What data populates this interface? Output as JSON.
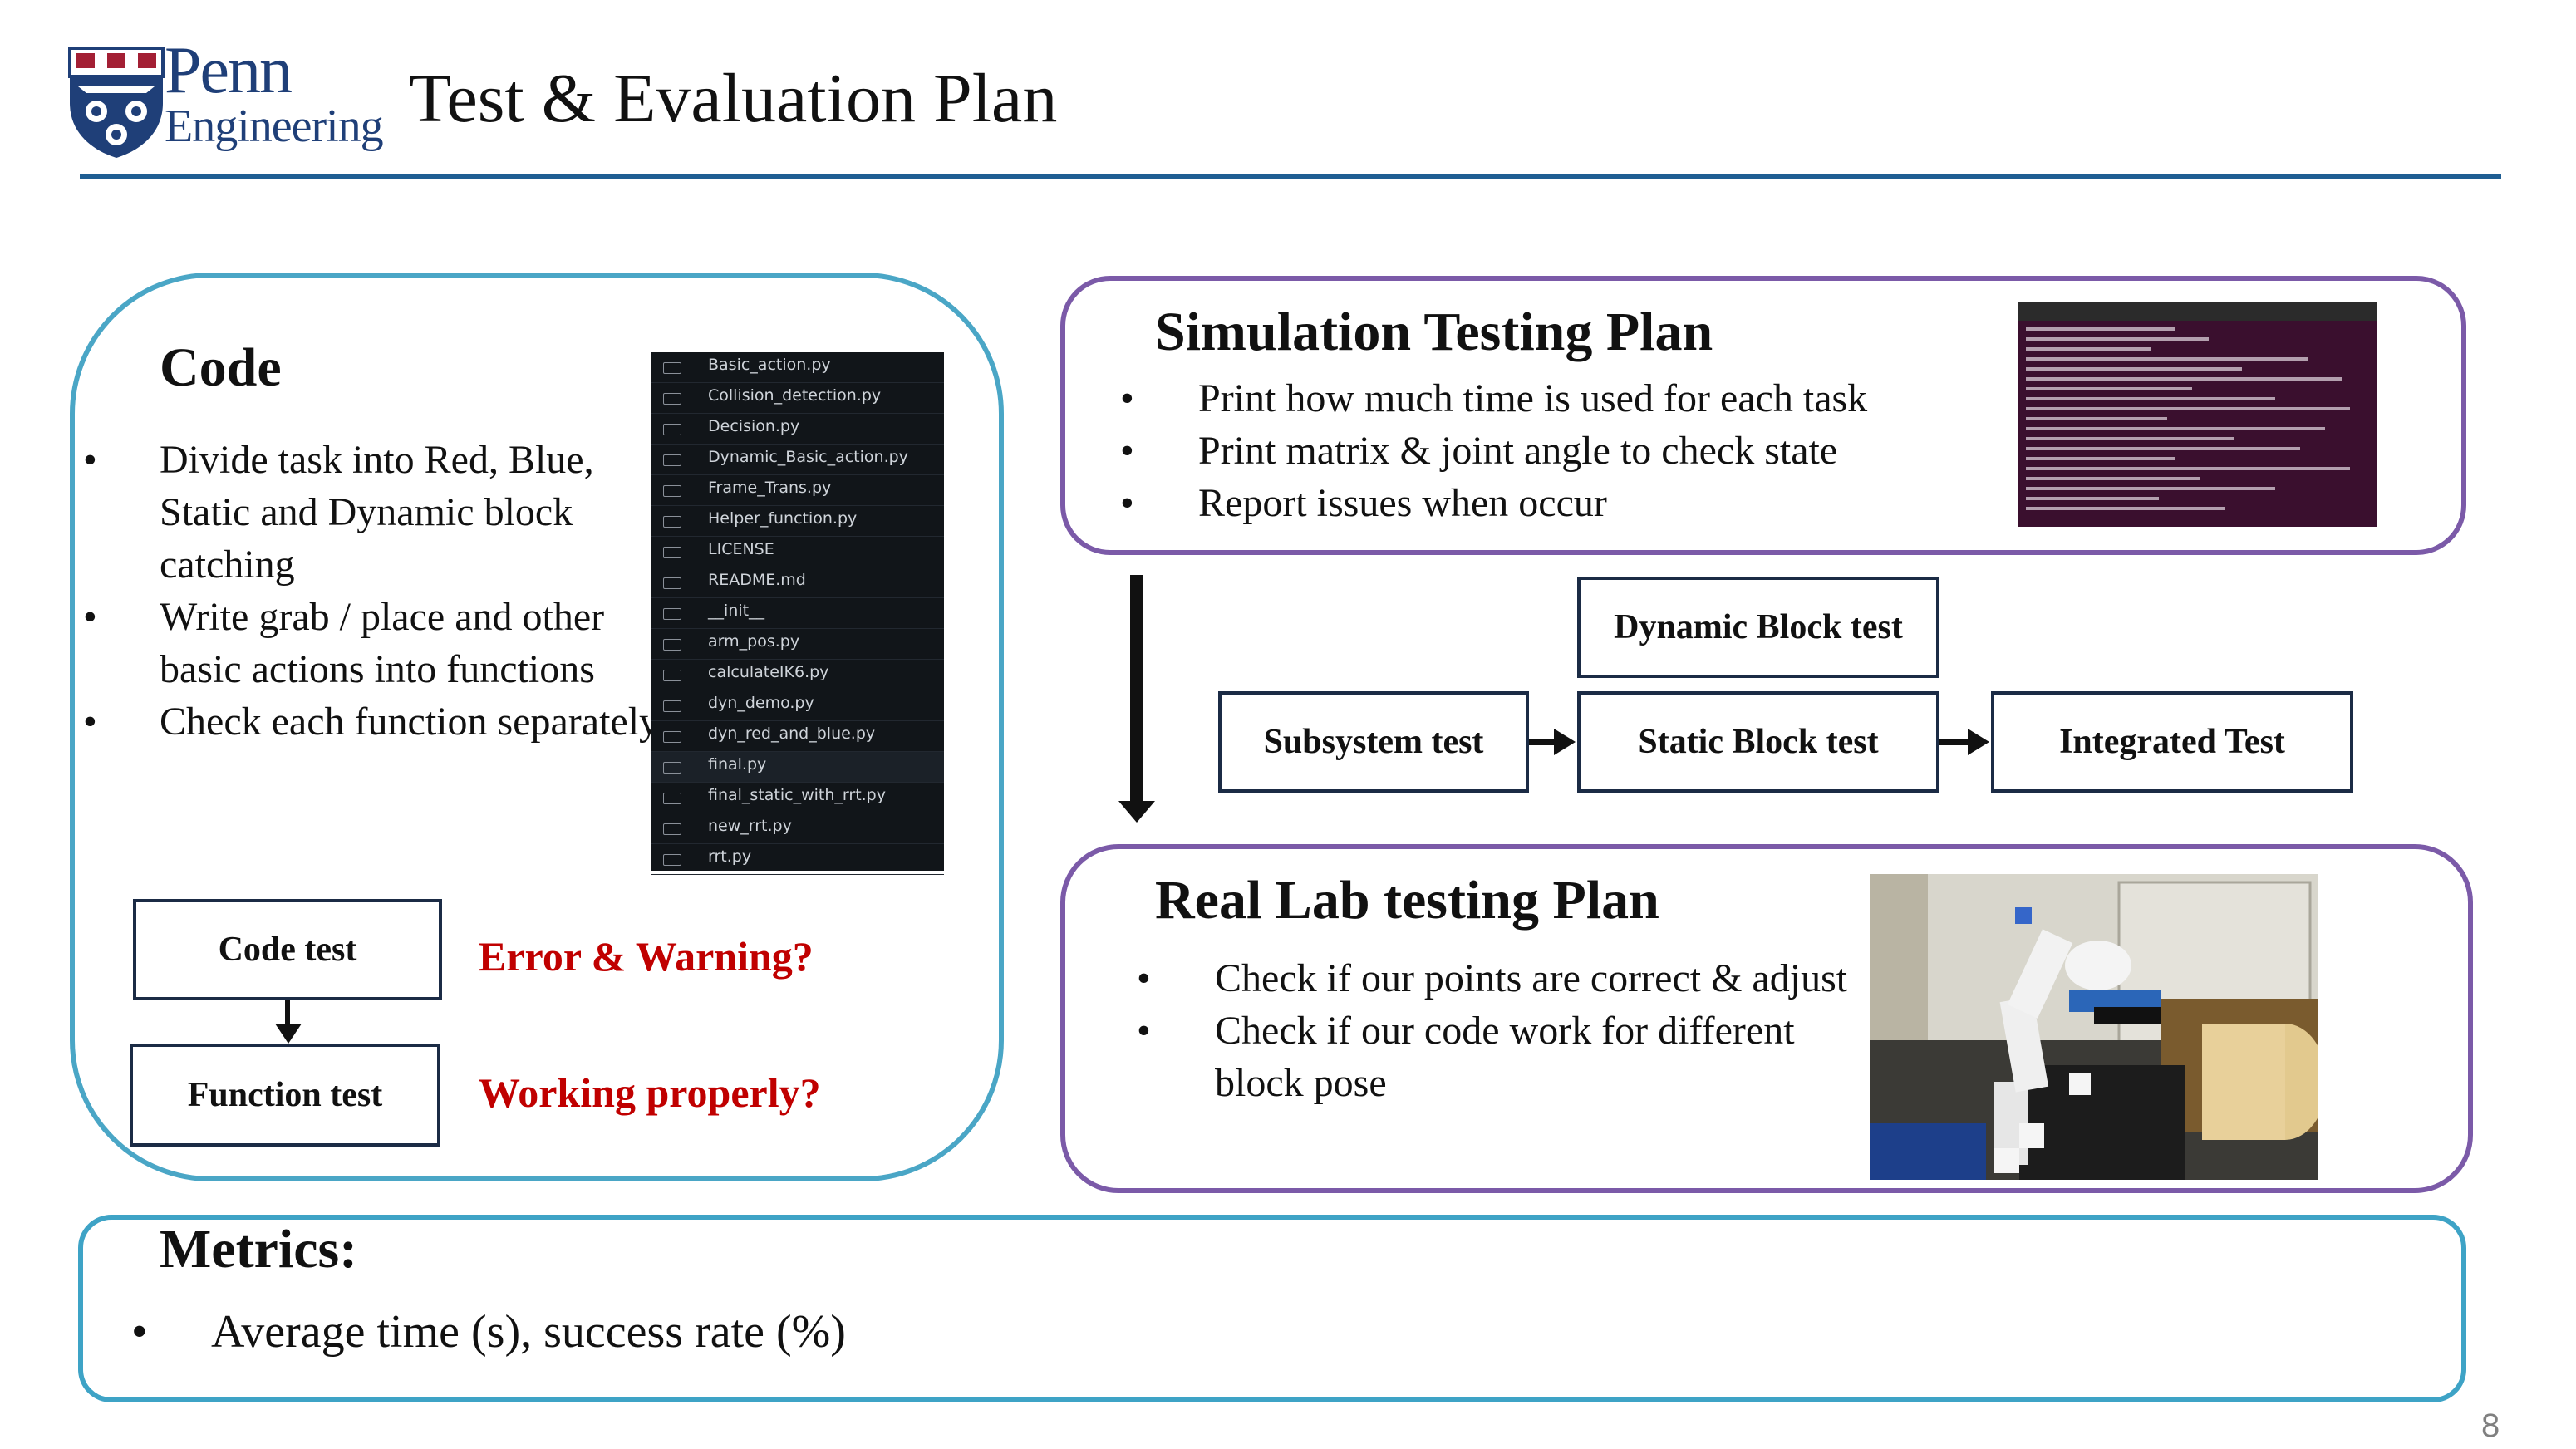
{
  "header": {
    "logo_line1": "Penn",
    "logo_line2": "Engineering",
    "title": "Test & Evaluation Plan"
  },
  "code_panel": {
    "heading": "Code",
    "bullets": [
      "Divide task into Red, Blue, Static and Dynamic block catching",
      "Write grab / place and other basic actions into functions",
      "Check each function separately"
    ],
    "files": [
      "Basic_action.py",
      "Collision_detection.py",
      "Decision.py",
      "Dynamic_Basic_action.py",
      "Frame_Trans.py",
      "Helper_function.py",
      "LICENSE",
      "README.md",
      "__init__",
      "arm_pos.py",
      "calculateIK6.py",
      "dyn_demo.py",
      "dyn_red_and_blue.py",
      "final.py",
      "final_static_with_rrt.py",
      "new_rrt.py",
      "rrt.py"
    ],
    "code_test_label": "Code test",
    "function_test_label": "Function test",
    "error_warning_text": "Error & Warning?",
    "working_properly_text": "Working properly?"
  },
  "simulation_panel": {
    "heading": "Simulation Testing Plan",
    "bullets": [
      "Print how much time is used for each task",
      "Print  matrix & joint angle to check state",
      "Report issues when occur"
    ]
  },
  "flow": {
    "dynamic_block_test": "Dynamic Block test",
    "subsystem_test": "Subsystem test",
    "static_block_test": "Static Block test",
    "integrated_test": "Integrated Test"
  },
  "lab_panel": {
    "heading": "Real Lab testing Plan",
    "bullets": [
      "Check if our points are correct & adjust",
      "Check if our code work for different block pose"
    ]
  },
  "metrics_panel": {
    "heading": "Metrics:",
    "bullets": [
      "Average time (s), success rate (%)"
    ]
  },
  "page_number": "8",
  "colors": {
    "brand_blue": "#1f3f78",
    "rule_blue": "#1f5e93",
    "code_panel_border": "#4aa6c6",
    "sim_panel_border": "#7b5aa8",
    "question_red": "#c00000"
  },
  "icons": {
    "logo": "penn-shield-icon",
    "file": "folder-icon"
  }
}
